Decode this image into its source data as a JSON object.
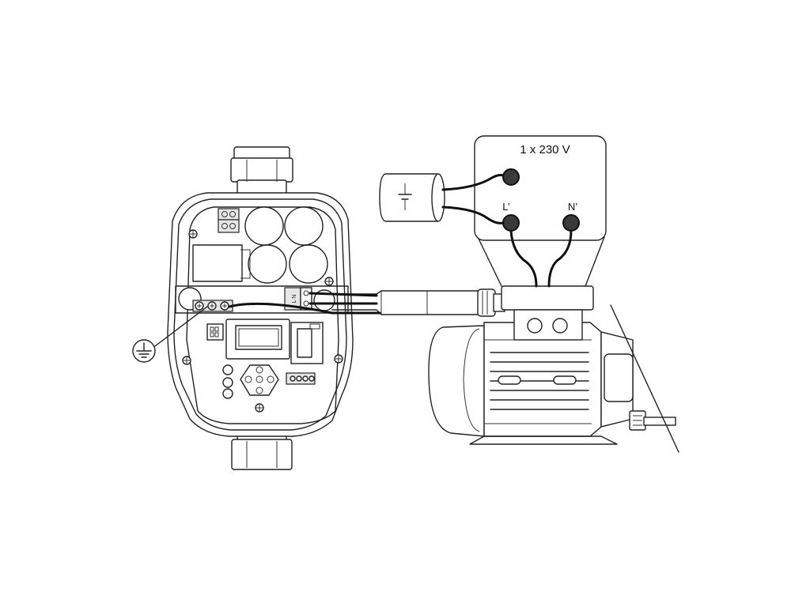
{
  "terminal_box": {
    "supply_label": "1 x 230 V",
    "terminal_l_label": "L’",
    "terminal_n_label": "N’"
  },
  "controller": {
    "terminal_block_label": "L N"
  },
  "colors": {
    "line": "#222222",
    "terminal": "#3a3a3a",
    "background": "#ffffff"
  },
  "icons": [
    "ground-symbol-icon",
    "capacitor-icon",
    "screw-terminal-icon"
  ]
}
